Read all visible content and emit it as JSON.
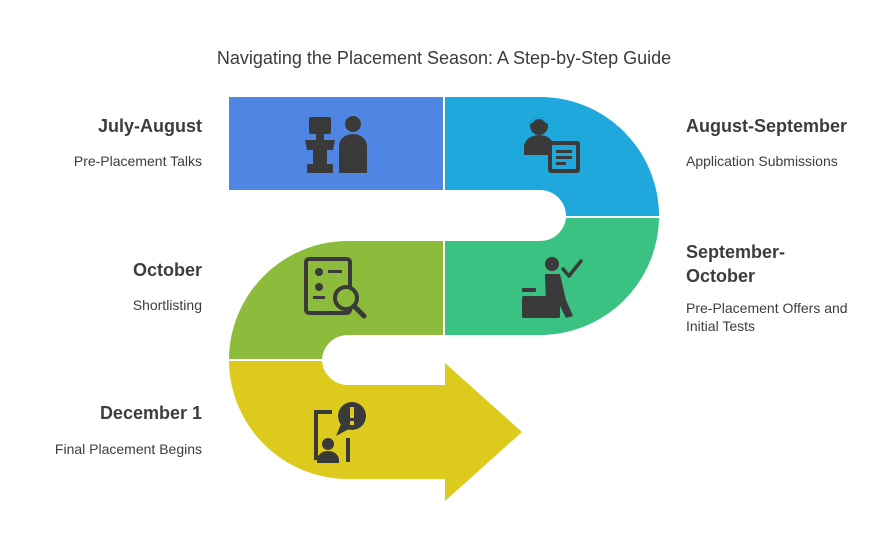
{
  "title": "Navigating the Placement Season: A Step-by-Step Guide",
  "steps": [
    {
      "heading": "July-August",
      "description": "Pre-Placement Talks",
      "color": "#4F86E4",
      "icon": "presenter-icon"
    },
    {
      "heading": "August-September",
      "description": "Application Submissions",
      "color": "#1EA8DB",
      "icon": "applicant-form-icon"
    },
    {
      "heading": "September-October",
      "description": "Pre-Placement Offers and Initial Tests",
      "color": "#3AC282",
      "icon": "test-taker-check-icon"
    },
    {
      "heading": "October",
      "description": "Shortlisting",
      "color": "#8DBB3C",
      "icon": "document-search-icon"
    },
    {
      "heading": "December 1",
      "description": "Final Placement Begins",
      "color": "#DCCB1D",
      "icon": "announcement-alert-icon"
    }
  ]
}
